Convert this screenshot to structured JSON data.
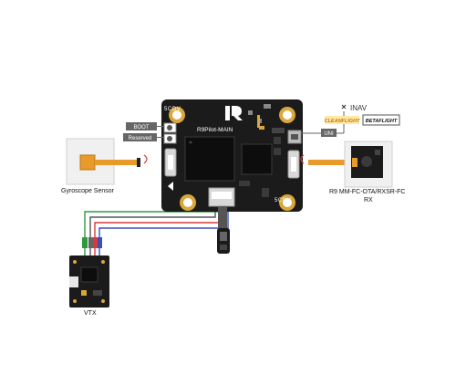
{
  "main_board": {
    "name": "R9Pilot-MAIN",
    "pad_top": "5CDV",
    "pad_bottom": "5CDV"
  },
  "buttons": {
    "boot": "BOOT",
    "reserved": "Reserved"
  },
  "uni": "UNI",
  "inav": "INAV",
  "cleanflight": "CLEANFLIGHT",
  "betaflight": "BETAFLIGHT",
  "gyro": {
    "label": "Gyroscope Sensor"
  },
  "receiver": {
    "label_line1": "R9 MM-FC-OTA/RXSR-FC",
    "label_line2": "RX"
  },
  "vtx": {
    "label": "VTX"
  },
  "colors": {
    "board": "#1b1b1b",
    "gold": "#d9a73a",
    "flex": "#e89a2a",
    "wire_green": "#2e9a3e",
    "wire_red": "#d83a3a",
    "wire_blue": "#3a4fb8",
    "wire_gray": "#555555",
    "badge_gray": "#666666"
  }
}
